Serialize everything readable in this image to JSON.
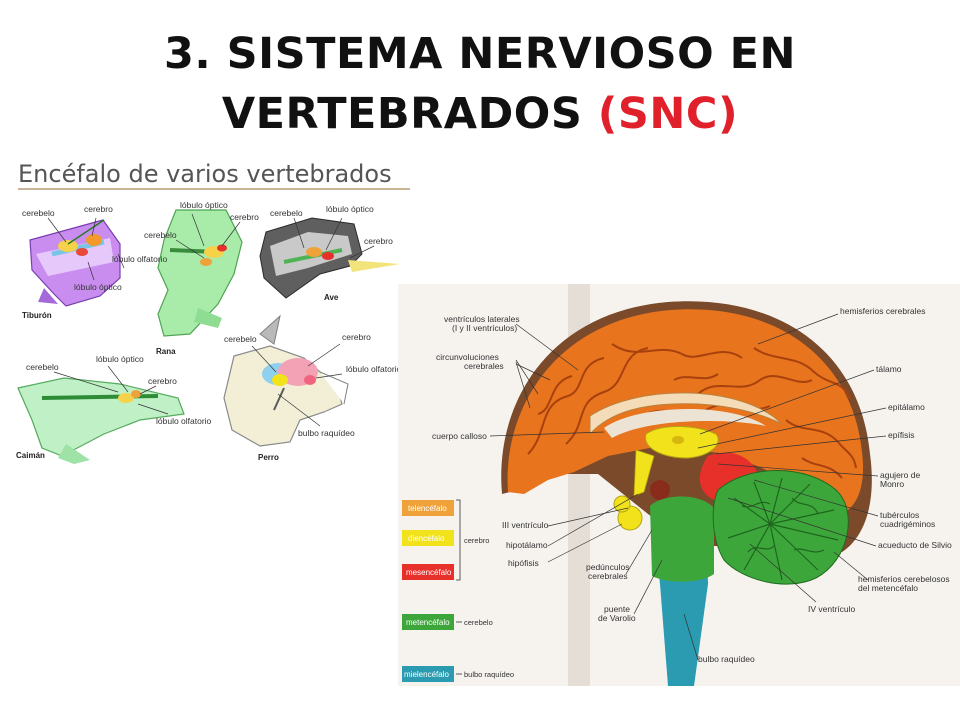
{
  "title": {
    "line1": "3. SISTEMA NERVIOSO EN",
    "line2_main": "VERTEBRADOS",
    "line2_accent": "(SNC)"
  },
  "colors": {
    "accent": "#e0202a",
    "telencefalo": "#f0a23a",
    "diencefalo": "#f2e21b",
    "mesencefalo": "#e8302a",
    "metencefalo": "#3da63a",
    "mielencefalo": "#2a9bb0"
  },
  "left": {
    "heading": "Encéfalo de varios vertebrados",
    "animals": {
      "tiburon": {
        "name": "Tiburón",
        "labels": [
          "cerebelo",
          "cerebro",
          "lóbulo olfatorio",
          "lóbulo óptico"
        ]
      },
      "rana": {
        "name": "Rana",
        "labels": [
          "lóbulo óptico",
          "cerebro",
          "cerebelo"
        ]
      },
      "ave": {
        "name": "Ave",
        "labels": [
          "cerebelo",
          "lóbulo óptico",
          "cerebro"
        ]
      },
      "caiman": {
        "name": "Caimán",
        "labels": [
          "cerebelo",
          "lóbulo óptico",
          "cerebro",
          "lóbulo olfatorio"
        ]
      },
      "perro": {
        "name": "Perro",
        "labels": [
          "cerebelo",
          "cerebro",
          "lóbulo olfatorio",
          "bulbo raquídeo"
        ]
      }
    }
  },
  "right": {
    "left_labels": [
      "ventrículos laterales",
      "(I y II ventrículos)",
      "circunvoluciones",
      "cerebrales",
      "cuerpo calloso",
      "III ventrículo",
      "hipotálamo",
      "hipófisis"
    ],
    "right_labels": [
      "hemisferios cerebrales",
      "tálamo",
      "epitálamo",
      "epífisis",
      "agujero de",
      "Monro",
      "tubérculos",
      "cuadrigéminos",
      "acueducto de Silvio",
      "hemisferios cerebelosos",
      "del metencéfalo",
      "IV ventrículo"
    ],
    "bottom_labels": [
      "pedúnculos",
      "cerebrales",
      "puente",
      "de Varolio",
      "bulbo raquídeo"
    ],
    "legend": [
      {
        "name": "telencéfalo"
      },
      {
        "name": "diencéfalo",
        "group": "cerebro"
      },
      {
        "name": "mesencéfalo"
      },
      {
        "name": "metencéfalo",
        "group": "cerebelo"
      },
      {
        "name": "mielencéfalo",
        "group": "bulbo raquídeo"
      }
    ]
  }
}
